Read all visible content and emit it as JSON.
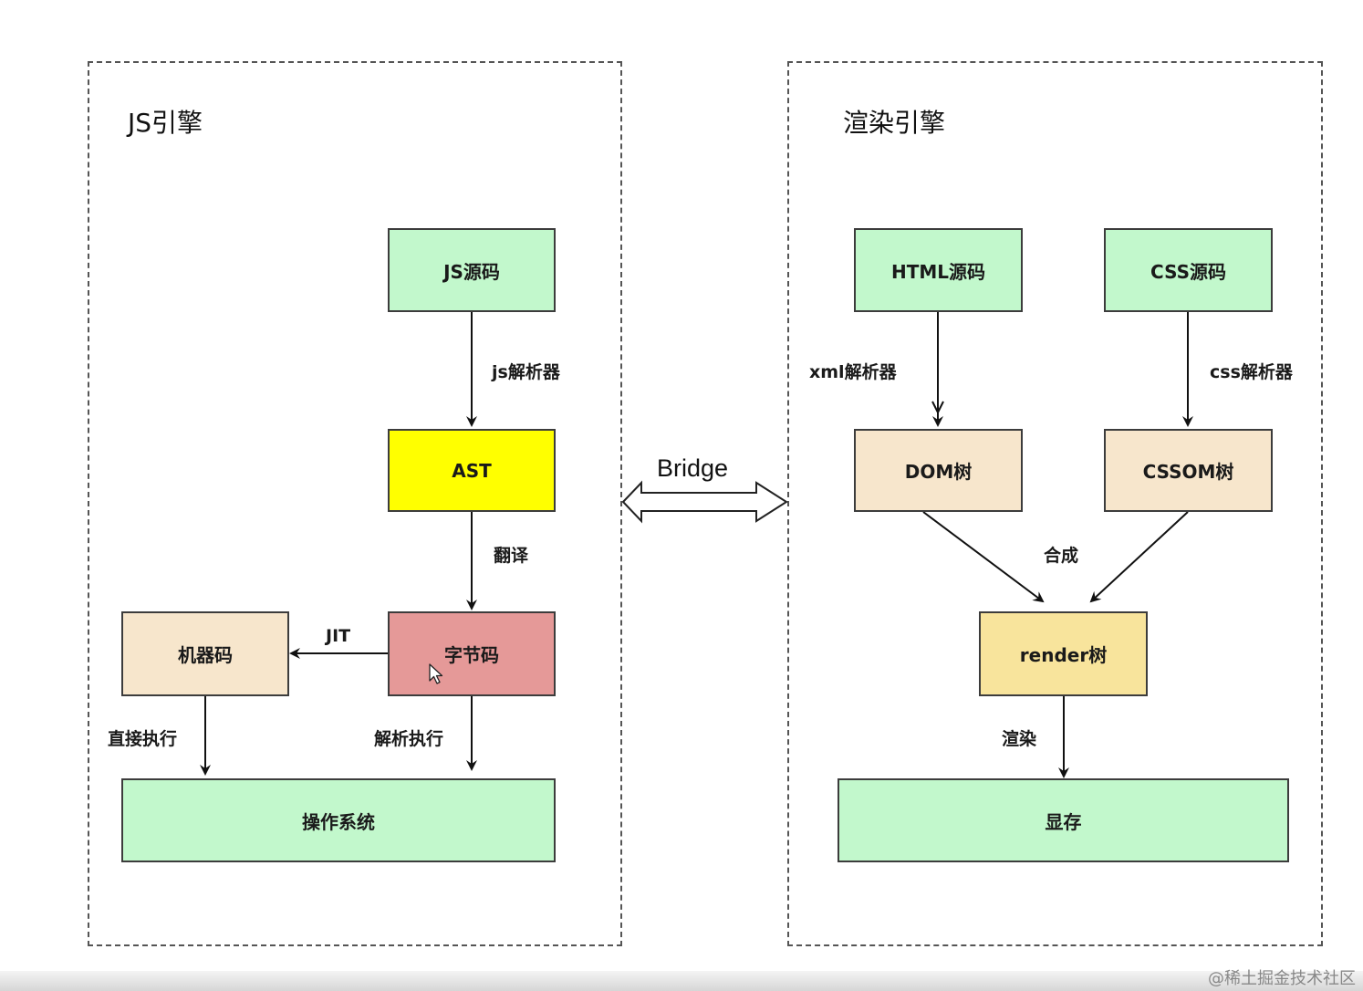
{
  "js_engine": {
    "title": "JS引擎",
    "nodes": {
      "js_source": "JS源码",
      "ast": "AST",
      "bytecode": "字节码",
      "machine_code": "机器码",
      "os": "操作系统"
    },
    "edges": {
      "js_parser": "js解析器",
      "translate": "翻译",
      "jit": "JIT",
      "direct_exec": "直接执行",
      "interpret_exec": "解析执行"
    }
  },
  "render_engine": {
    "title": "渲染引擎",
    "nodes": {
      "html_source": "HTML源码",
      "css_source": "CSS源码",
      "dom_tree": "DOM树",
      "cssom_tree": "CSSOM树",
      "render_tree": "render树",
      "video_memory": "显存"
    },
    "edges": {
      "xml_parser": "xml解析器",
      "css_parser": "css解析器",
      "compose": "合成",
      "render": "渲染"
    }
  },
  "bridge_label": "Bridge",
  "watermark": "@稀土掘金技术社区",
  "colors": {
    "green": "#c2f8cc",
    "yellow": "#ffff00",
    "red": "#e59998",
    "beige": "#f7e6cc",
    "gold": "#f8e49c"
  }
}
